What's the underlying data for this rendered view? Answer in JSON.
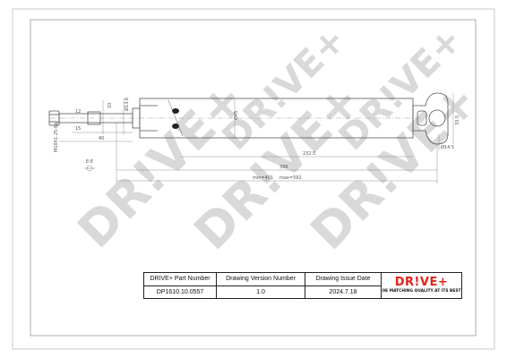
{
  "drawing": {
    "thread_label": "M10X1.25-6g",
    "dim_top_12": "12",
    "dim_15": "15",
    "dim_10": "10",
    "dim_40": "40",
    "dim_13": "Ø13.6",
    "dim_45": "Ø45",
    "dim_232": "232.5",
    "dim_396": "396",
    "dim_min": "min=401",
    "dim_max": "max=592",
    "dim_right_h": "33.5",
    "dim_right_d": "Ø14.5",
    "scale_glyph": "E-E"
  },
  "watermark": {
    "text": "DR!VE+"
  },
  "title_block": {
    "headers": [
      "DRIVE+ Part Number",
      "Drawing Version Number",
      "Drawing Issue Date"
    ],
    "values": [
      "DP1610.10.0557",
      "1.0",
      "2024.7.18"
    ],
    "logo_text": "DR!VE+",
    "logo_slogan": "OE MATCHING QUALITY AT ITS BEST",
    "brand_color": "#e2231a"
  }
}
